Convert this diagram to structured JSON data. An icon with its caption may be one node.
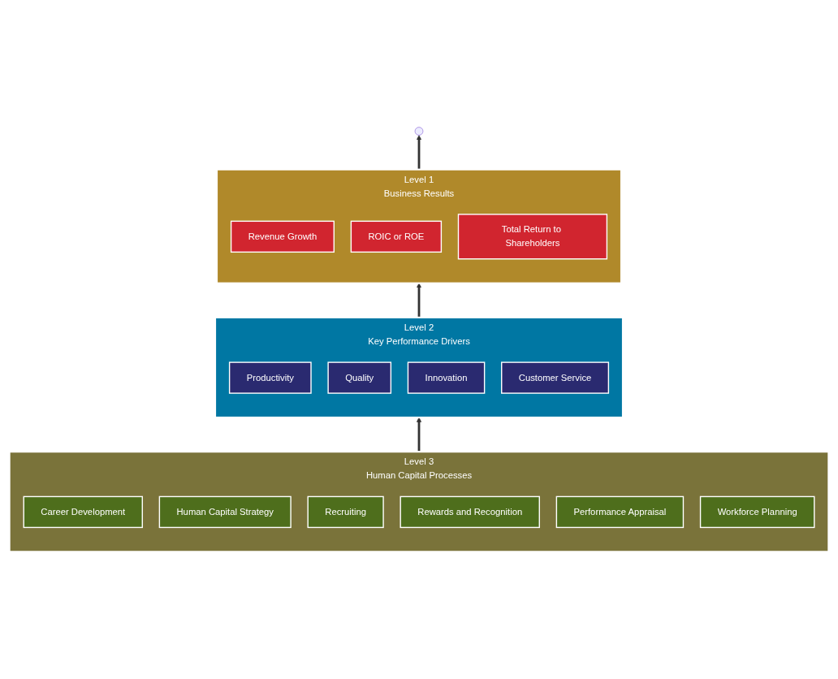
{
  "diagram": {
    "nodes": [
      {
        "text": [
          "Level 1",
          "Business Results"
        ]
      },
      {
        "text": [
          "Revenue Growth"
        ],
        "in": 0
      },
      {
        "text": [
          "ROIC or ROE"
        ],
        "in": 0
      },
      {
        "text": [
          "Total Return to Shareholders"
        ],
        "in": 0
      },
      {
        "text": [
          "Level 2",
          "Key Performance Drivers"
        ]
      },
      {
        "text": [
          "Productivity"
        ],
        "in": 4
      },
      {
        "text": [
          "Quality"
        ],
        "in": 4
      },
      {
        "text": [
          "Innovation"
        ],
        "in": 4
      },
      {
        "text": [
          "Customer Service"
        ],
        "in": 4
      },
      {
        "text": [
          "Level 3",
          "Human Capital Processes"
        ]
      },
      {
        "text": [
          "Career Development"
        ],
        "in": 9
      },
      {
        "text": [
          "Human Capital Strategy"
        ],
        "in": 9
      },
      {
        "text": [
          "Recruiting"
        ],
        "in": 9
      },
      {
        "text": [
          "Rewards and Recognition"
        ],
        "in": 9
      },
      {
        "text": [
          "Performance Appraisal"
        ],
        "in": 9
      },
      {
        "text": [
          "Workforce Planning"
        ],
        "in": 9
      }
    ],
    "edges": [
      {
        "from": 0,
        "to": null,
        "arrow": "to"
      },
      {
        "from": 4,
        "to": 0,
        "arrow": "to"
      },
      {
        "from": 9,
        "to": 4,
        "arrow": "to"
      }
    ]
  }
}
